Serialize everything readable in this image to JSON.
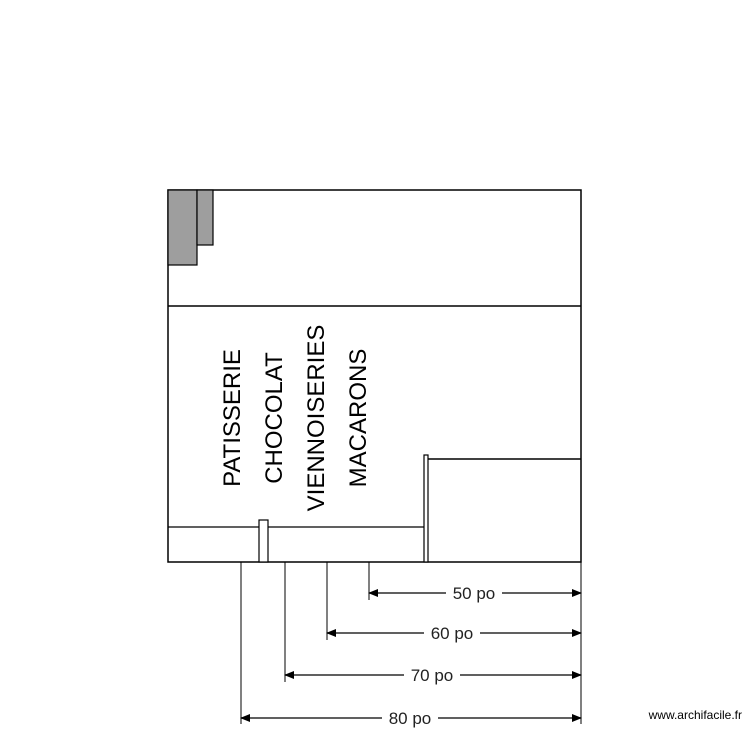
{
  "plan": {
    "labels": [
      "PATISSERIE",
      "CHOCOLAT",
      "VIENNOISERIES",
      "MACARONS"
    ],
    "dimensions": [
      "50 po",
      "60 po",
      "70 po",
      "80 po"
    ],
    "watermark": "www.archifacile.fr"
  },
  "colors": {
    "wall": "#000000",
    "fill_dark": "#9e9e9e",
    "dimension_line": "#000000"
  }
}
